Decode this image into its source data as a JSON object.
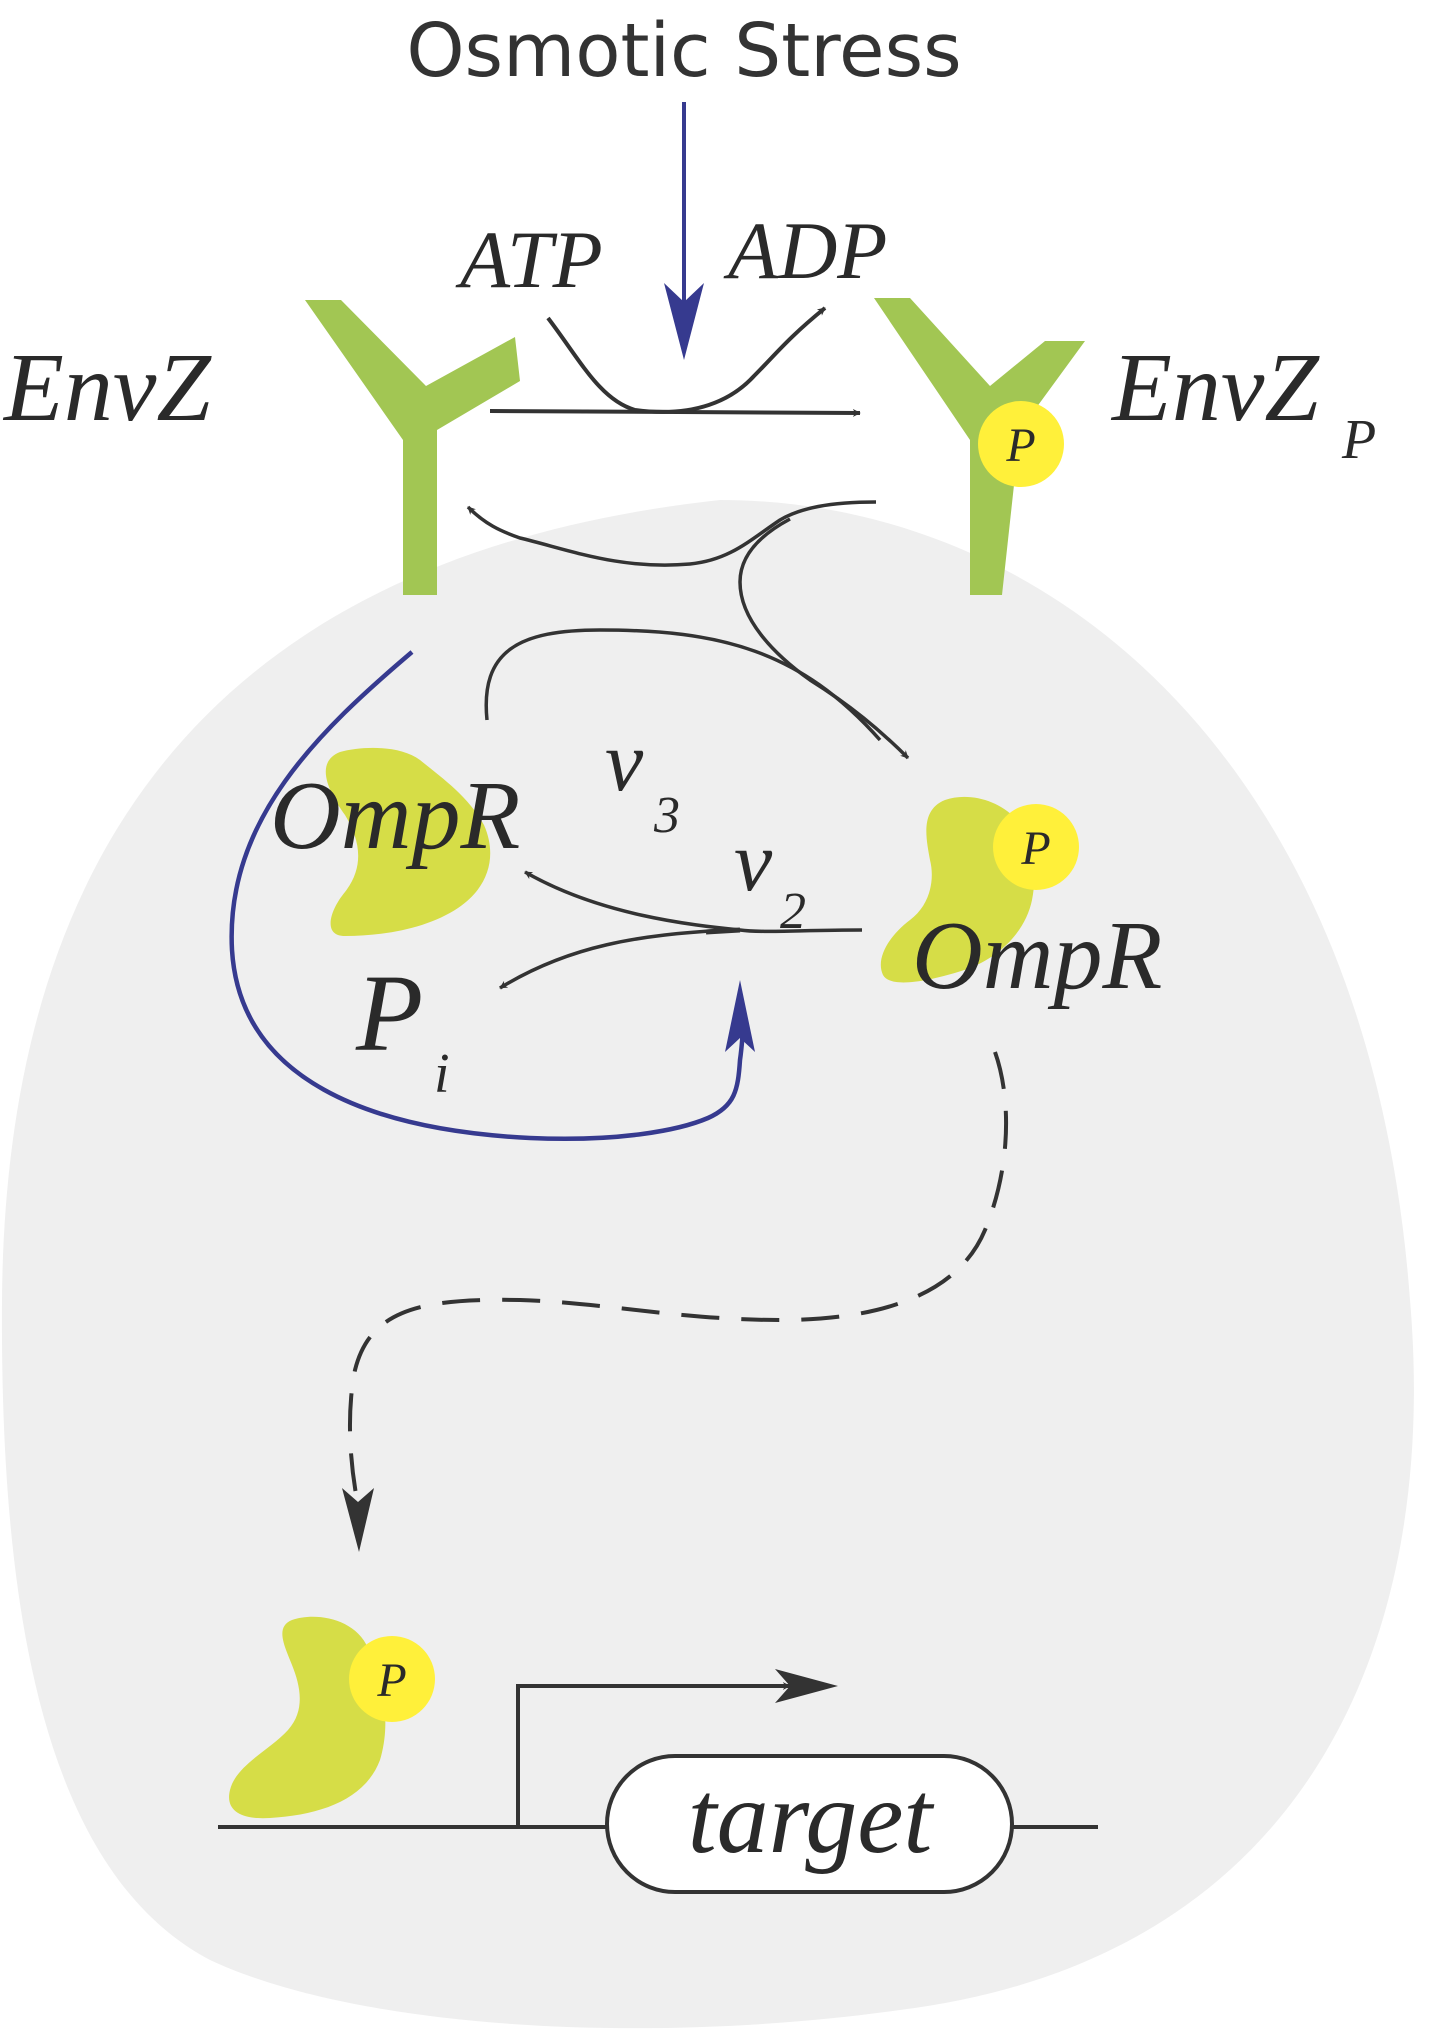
{
  "labels": {
    "stimulus": "Osmotic Stress",
    "atp": "ATP",
    "adp": "ADP",
    "envz": "EnvZ",
    "envz_p_base": "EnvZ",
    "envz_p_sub": "P",
    "phospho": "P",
    "ompr_left": "OmpR",
    "ompr_right": "OmpR",
    "v3_base": "v",
    "v3_sub": "3",
    "v2_base": "v",
    "v2_sub": "2",
    "pi_base": "P",
    "pi_sub": "i",
    "target": "target"
  },
  "colors": {
    "cell": "#efefef",
    "receptor": "#a2c653",
    "protein": "#d6dd47",
    "phosphate": "#fff03a",
    "arrow": "#333333",
    "activation": "#363a8f",
    "text": "#2a2a2a"
  },
  "icons": {
    "receptor": "y-shaped-receptor-icon",
    "protein": "blob-protein-icon",
    "phosphate": "yellow-circle-p-icon",
    "promoter": "bent-arrow-promoter-icon"
  }
}
